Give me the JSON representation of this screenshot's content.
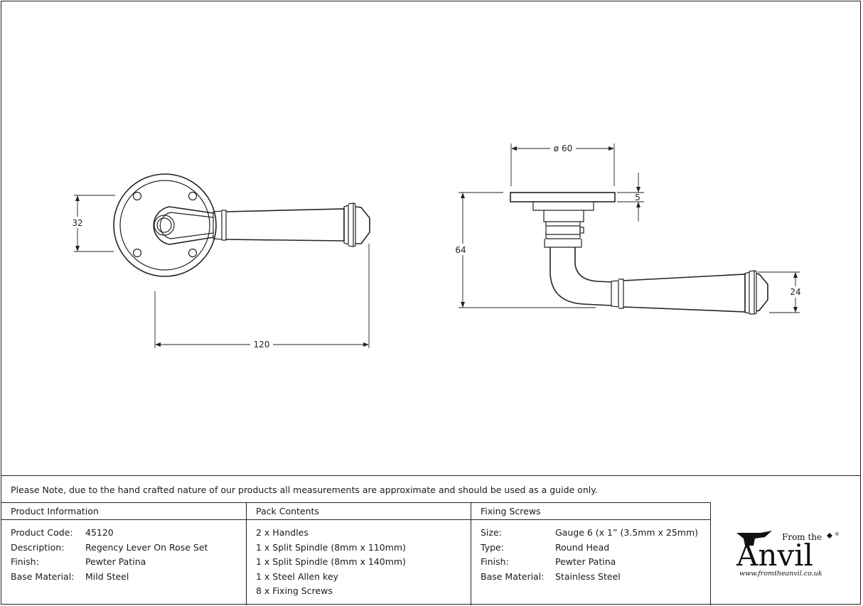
{
  "dimensions": {
    "front_height": "32",
    "front_width": "120",
    "side_diameter": "ø 60",
    "side_rose_thickness": "5",
    "side_height": "64",
    "side_lever_height": "24"
  },
  "note": "Please Note, due to the hand crafted nature of our products all measurements are approximate and should be used as a guide only.",
  "product_information": {
    "title": "Product Information",
    "rows": [
      {
        "label": "Product Code:",
        "value": "45120"
      },
      {
        "label": "Description:",
        "value": "Regency Lever On Rose Set"
      },
      {
        "label": "Finish:",
        "value": "Pewter Patina"
      },
      {
        "label": "Base Material:",
        "value": "Mild Steel"
      }
    ]
  },
  "pack_contents": {
    "title": "Pack Contents",
    "items": [
      "2 x Handles",
      "1 x Split Spindle (8mm x 110mm)",
      "1 x Split Spindle (8mm x 140mm)",
      "1 x Steel Allen key",
      "8 x Fixing Screws"
    ]
  },
  "fixing_screws": {
    "title": "Fixing Screws",
    "rows": [
      {
        "label": "Size:",
        "value": "Gauge 6 (x 1” (3.5mm x 25mm)"
      },
      {
        "label": "Type:",
        "value": "Round Head"
      },
      {
        "label": "Finish:",
        "value": "Pewter Patina"
      },
      {
        "label": "Base Material:",
        "value": "Stainless Steel"
      }
    ]
  },
  "logo": {
    "from_the": "From the",
    "brand": "Anvil",
    "registered": "®",
    "url": "www.fromtheanvil.co.uk"
  },
  "colors": {
    "line": "#222222",
    "background": "#ffffff"
  }
}
